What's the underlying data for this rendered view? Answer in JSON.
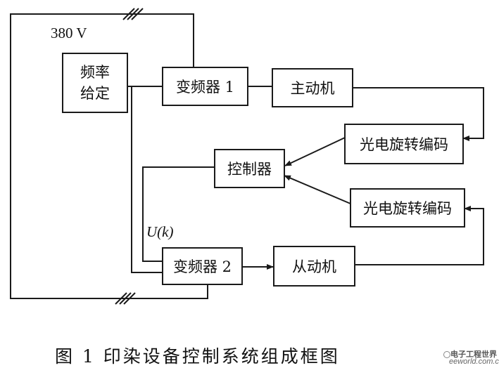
{
  "diagram": {
    "supply_label": "380 V",
    "control_signal_label": "U(k)",
    "blocks": {
      "freq_setpoint": "频率\n给定",
      "inverter_1": "变频器 1",
      "master_motor": "主动机",
      "encoder_1": "光电旋转编码",
      "controller": "控制器",
      "encoder_2": "光电旋转编码",
      "inverter_2": "变频器 2",
      "slave_motor": "从动机"
    }
  },
  "caption": "图 1   印染设备控制系统组成框图",
  "watermark": {
    "line1": "电子工程世界",
    "line2": "eeworld.com.cn"
  }
}
